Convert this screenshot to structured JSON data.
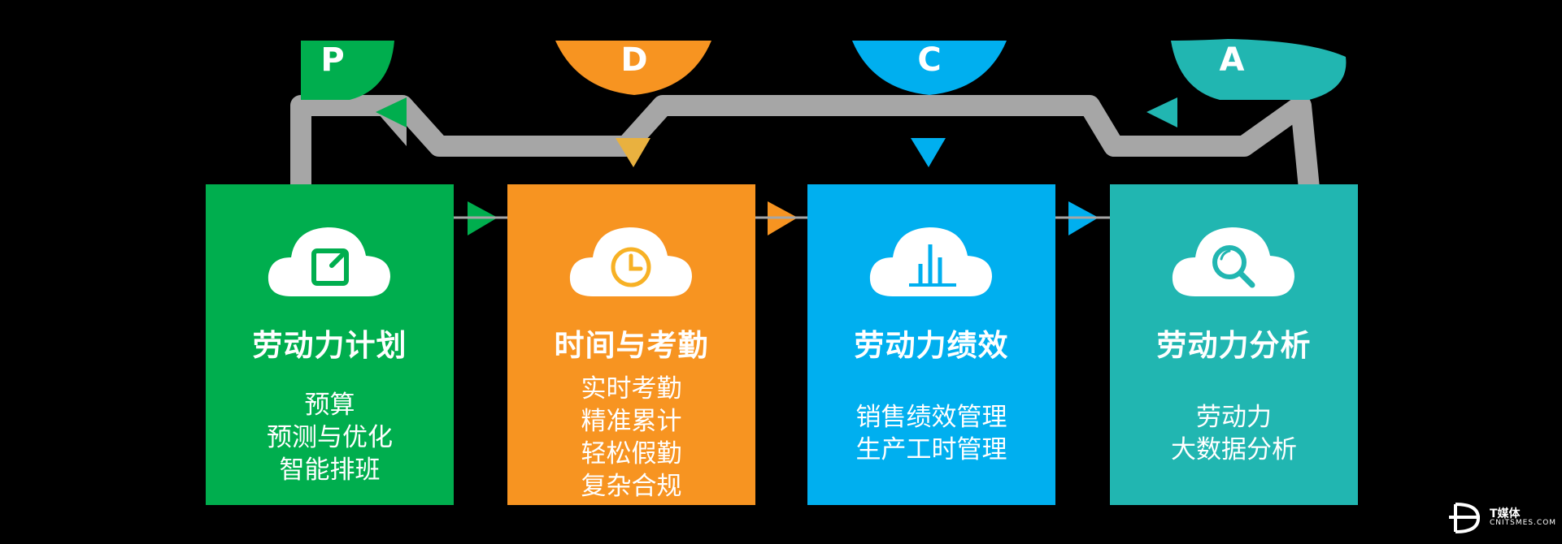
{
  "phases": [
    {
      "letter": "P",
      "color": "#00AE4E"
    },
    {
      "letter": "D",
      "color": "#F79421"
    },
    {
      "letter": "C",
      "color": "#00AFEF"
    },
    {
      "letter": "A",
      "color": "#21B6B1"
    }
  ],
  "cards": [
    {
      "title": "劳动力计划",
      "icon": "edit-icon",
      "color": "#00AE4E",
      "items": [
        "预算",
        "预测与优化",
        "智能排班"
      ]
    },
    {
      "title": "时间与考勤",
      "icon": "clock-icon",
      "color": "#F79421",
      "items": [
        "实时考勤",
        "精准累计",
        "轻松假勤",
        "复杂合规"
      ]
    },
    {
      "title": "劳动力绩效",
      "icon": "bar-chart-icon",
      "color": "#00AFEF",
      "items": [
        "销售绩效管理",
        "生产工时管理"
      ]
    },
    {
      "title": "劳动力分析",
      "icon": "magnifier-icon",
      "color": "#21B6B1",
      "items": [
        "劳动力",
        "大数据分析"
      ]
    }
  ],
  "connector_color": "#A6A6A6",
  "watermark": {
    "name": "T媒体",
    "sub": "CNITSMES.COM"
  }
}
